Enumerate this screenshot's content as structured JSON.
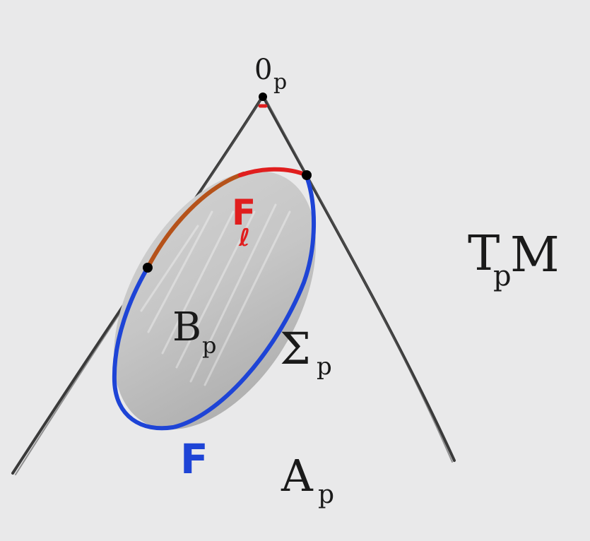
{
  "colors": {
    "background": "#e9e9ea",
    "cone": "#3a3a3a",
    "region_fill": "#bdbdbd",
    "boundary_blue": "#1e44d6",
    "boundary_red": "#e01e1e",
    "boundary_orange": "#b5521a",
    "points": "#000000"
  },
  "labels": {
    "origin": "0",
    "origin_sub": "p",
    "tangent_space": "T",
    "tangent_space_sub": "p",
    "tangent_space_tail": "M",
    "region": "B",
    "region_sub": "p",
    "sigma": "Σ",
    "sigma_sub": "p",
    "f_blue": "F",
    "f_red": "F",
    "f_red_sub": "ℓ",
    "a": "A",
    "a_sub": "p"
  }
}
